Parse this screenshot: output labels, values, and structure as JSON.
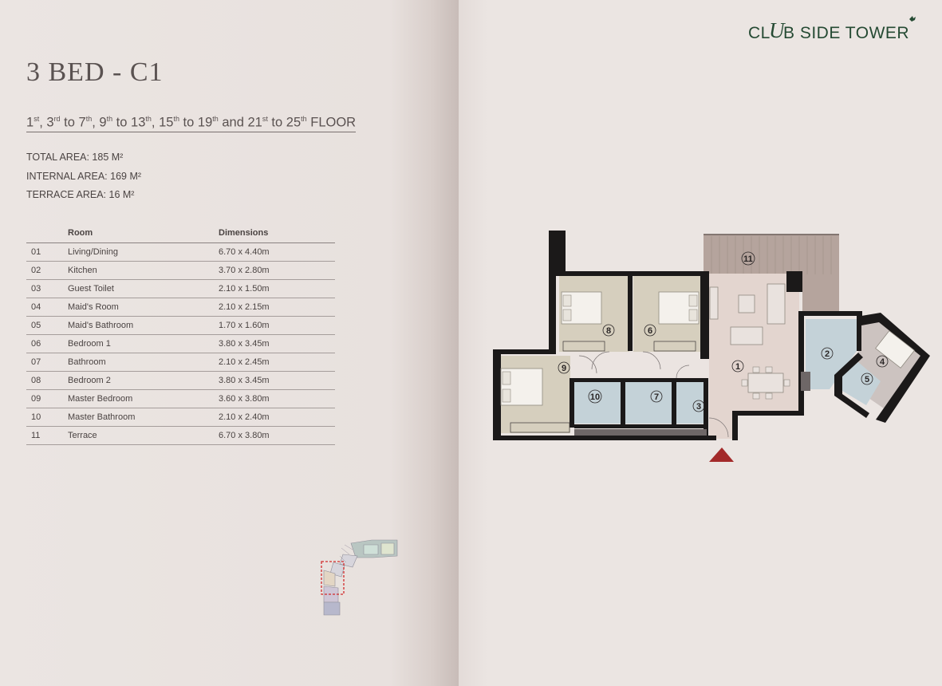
{
  "brand": {
    "logo_text": "CLUB SIDE TOWER",
    "logo_color": "#254a33"
  },
  "unit": {
    "title": "3 BED - C1",
    "floors": {
      "parts": [
        {
          "num": "1",
          "suf": "st"
        },
        {
          "text": ", "
        },
        {
          "num": "3",
          "suf": "rd"
        },
        {
          "text": " to "
        },
        {
          "num": "7",
          "suf": "th"
        },
        {
          "text": ", "
        },
        {
          "num": "9",
          "suf": "th"
        },
        {
          "text": " to "
        },
        {
          "num": "13",
          "suf": "th"
        },
        {
          "text": ", "
        },
        {
          "num": "15",
          "suf": "th"
        },
        {
          "text": " to "
        },
        {
          "num": "19",
          "suf": "th"
        },
        {
          "text": " and "
        },
        {
          "num": "21",
          "suf": "st"
        },
        {
          "text": " to "
        },
        {
          "num": "25",
          "suf": "th"
        },
        {
          "text": " FLOOR"
        }
      ]
    },
    "total_area": "TOTAL AREA: 185 M²",
    "internal_area": "INTERNAL AREA: 169 M²",
    "terrace_area": "TERRACE AREA: 16 M²"
  },
  "table": {
    "headers": [
      "",
      "Room",
      "Dimensions"
    ],
    "rows": [
      [
        "01",
        "Living/Dining",
        "6.70 x 4.40m"
      ],
      [
        "02",
        "Kitchen",
        "3.70 x 2.80m"
      ],
      [
        "03",
        "Guest Toilet",
        "2.10 x 1.50m"
      ],
      [
        "04",
        "Maid's Room",
        "2.10 x 2.15m"
      ],
      [
        "05",
        "Maid's Bathroom",
        "1.70 x 1.60m"
      ],
      [
        "06",
        "Bedroom 1",
        "3.80 x 3.45m"
      ],
      [
        "07",
        "Bathroom",
        "2.10 x 2.45m"
      ],
      [
        "08",
        "Bedroom 2",
        "3.80 x 3.45m"
      ],
      [
        "09",
        "Master Bedroom",
        "3.60 x 3.80m"
      ],
      [
        "10",
        "Master Bathroom",
        "2.10 x 2.40m"
      ],
      [
        "11",
        "Terrace",
        "6.70 x 3.80m"
      ]
    ]
  },
  "floorplan": {
    "room_labels": [
      "1",
      "2",
      "3",
      "4",
      "5",
      "6",
      "7",
      "8",
      "9",
      "10",
      "11"
    ],
    "entrance_color": "#a32a2a",
    "highlight_color": "#d12b2b"
  }
}
